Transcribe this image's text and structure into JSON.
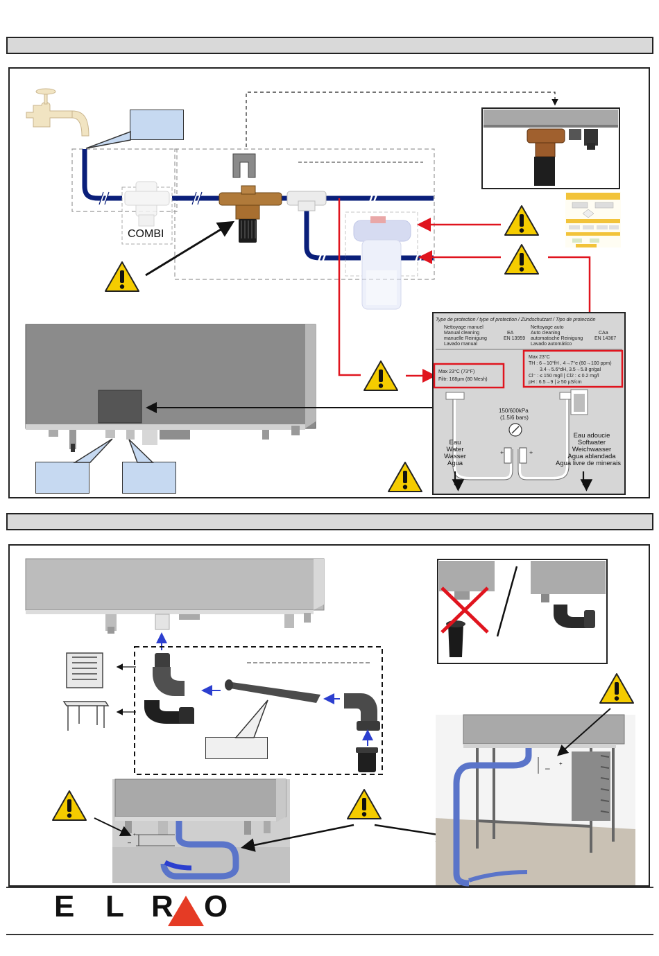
{
  "section1": {
    "combi_label": "COMBI",
    "plate": {
      "header": "Type de protection / type of protection / Zündschutzart / Tipo de protección",
      "manual_lines": [
        "Nettoyage manuel",
        "Manual cleaning",
        "manuelle Reinigung",
        "Lavado manual"
      ],
      "manual_code_lines": [
        "EA",
        "EN 13959"
      ],
      "auto_lines": [
        "Nettoyage auto",
        "Auto cleaning",
        "automatische Reinigung",
        "Lavado automático"
      ],
      "auto_code_lines": [
        "CAa",
        "EN 14367"
      ],
      "left_box_lines": [
        "Max 23°C (73°F)",
        "Filtr: 168µm (80 Mesh)"
      ],
      "right_box_lines": [
        "Max 23°C",
        "TH : 6→10°fH , 4→7°e (60→100 ppm)",
        "3.4→5.6°dH, 3.5→5.8 gr/gal",
        "Cl⁻ : ≤ 150 mg/l   |   Cl2 : ≤ 0.2 mg/l",
        "pH : 6.5→9        |   ≥ 50 µS/cm"
      ],
      "pressure_lines": [
        "150/600kPa",
        "(1.5/6 bars)"
      ],
      "water_lines": [
        "Eau",
        "Water",
        "Wasser",
        "Agua"
      ],
      "softwater_lines": [
        "Eau adoucie",
        "Softwater",
        "Weichwasser",
        "Agua ablandada",
        "Agua livre de minerais"
      ]
    }
  },
  "section2": {},
  "logo": {
    "letters": [
      "E",
      "L",
      "R",
      "O"
    ],
    "triangle_color": "#e53b25"
  },
  "colors": {
    "pipe_blue": "#0a1f7a",
    "arrow_red": "#e0141e",
    "warning_yellow": "#f5cc00",
    "callout_blue": "#c6d9f1",
    "section_grey": "#d9d9d9",
    "drain_blue": "#5a74c9"
  },
  "icons": [
    "warning-icon",
    "water-tap-icon",
    "no-entry-cross-icon"
  ]
}
